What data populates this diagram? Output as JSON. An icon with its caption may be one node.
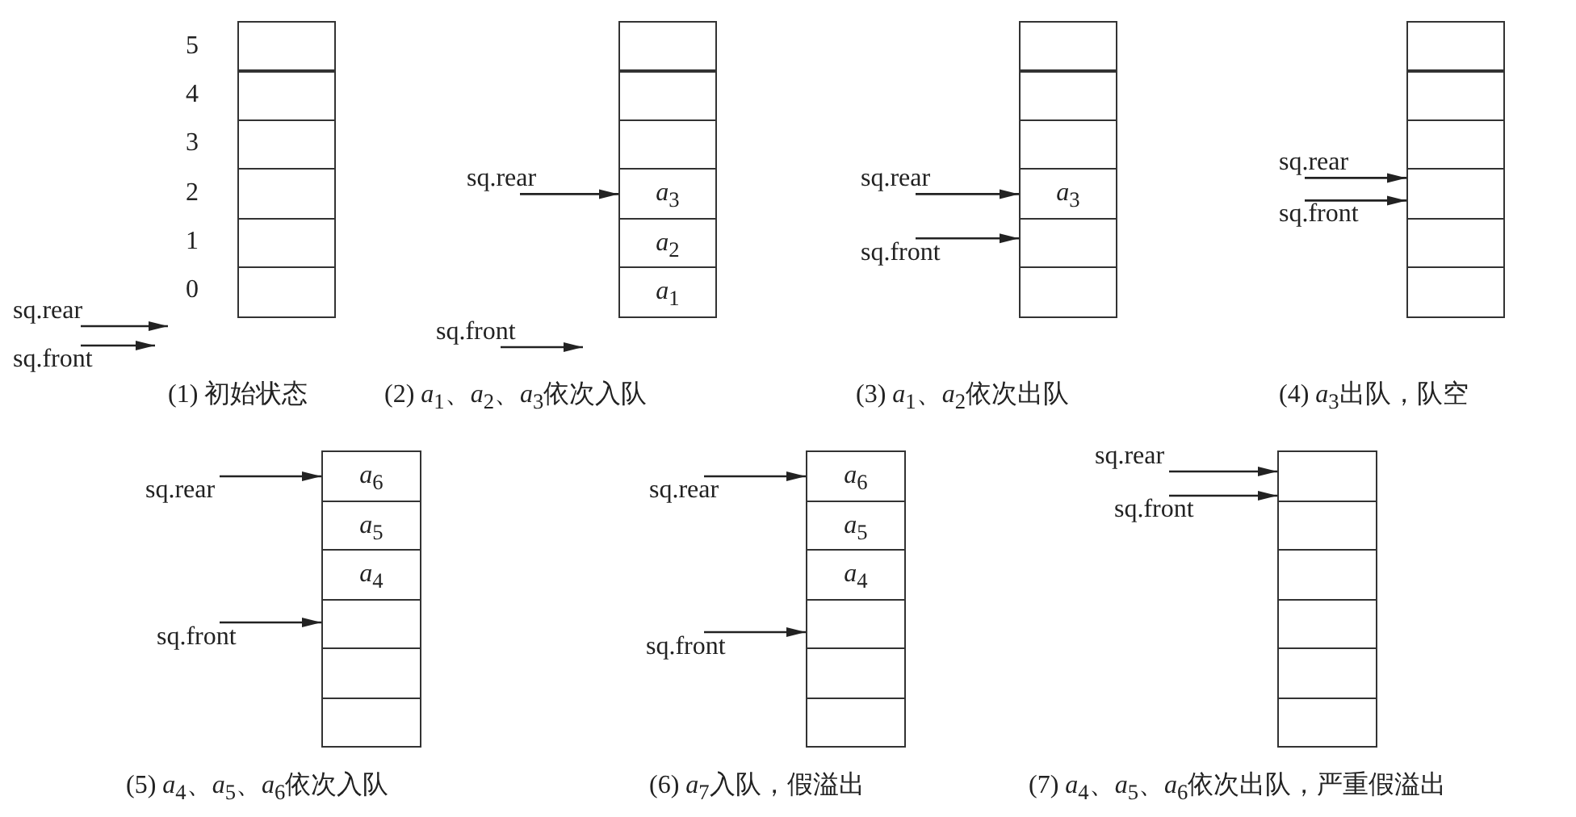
{
  "diagram": {
    "nodes": [
      {
        "text": [
          "sq.rear"
        ]
      },
      {
        "text": [
          "sq.front"
        ]
      },
      {
        "text": [],
        "shape": "box"
      },
      {
        "text": [],
        "shape": "box"
      },
      {
        "text": [],
        "shape": "box"
      },
      {
        "text": [],
        "shape": "box"
      },
      {
        "text": [],
        "shape": "box"
      },
      {
        "text": [],
        "shape": "box"
      },
      {
        "text": [
          "sq.rear"
        ]
      },
      {
        "text": [
          "sq.front"
        ]
      },
      {
        "text": [],
        "shape": "box"
      },
      {
        "text": [],
        "shape": "box"
      },
      {
        "text": [],
        "shape": "box"
      },
      {
        "text": [
          "*a*$_{3}$"
        ]
      },
      {
        "text": [
          "*a*$_{2}$"
        ]
      },
      {
        "text": [
          "*a*$_{1}$"
        ]
      },
      {
        "text": [
          "sq.rear"
        ]
      },
      {
        "text": [
          "sq.front"
        ]
      },
      {
        "text": [],
        "shape": "box"
      },
      {
        "text": [],
        "shape": "box"
      },
      {
        "text": [],
        "shape": "box"
      },
      {
        "text": [
          "*a*$_{3}$"
        ]
      },
      {
        "text": [],
        "shape": "box"
      },
      {
        "text": [],
        "shape": "box"
      },
      {
        "text": [
          "sq.rear"
        ]
      },
      {
        "text": [
          "sq.front"
        ]
      },
      {
        "text": [],
        "shape": "box"
      },
      {
        "text": [],
        "shape": "box"
      },
      {
        "text": [],
        "shape": "box"
      },
      {
        "text": [],
        "shape": "box"
      },
      {
        "text": [],
        "shape": "box"
      },
      {
        "text": [],
        "shape": "box"
      },
      {
        "text": [
          "sq.rear"
        ]
      },
      {
        "text": [
          "sq.front"
        ]
      },
      {
        "text": [
          "*a*$_{6}$"
        ]
      },
      {
        "text": [
          "*a*$_{5}$"
        ]
      },
      {
        "text": [
          "*a*$_{4}$"
        ]
      },
      {
        "text": [],
        "shape": "box"
      },
      {
        "text": [],
        "shape": "box"
      },
      {
        "text": [],
        "shape": "box"
      },
      {
        "text": [
          "sq.rear"
        ]
      },
      {
        "text": [
          "sq.front"
        ]
      },
      {
        "text": [
          "*a*$_{6}$"
        ]
      },
      {
        "text": [
          "*a*$_{5}$"
        ]
      },
      {
        "text": [
          "*a*$_{4}$"
        ]
      },
      {
        "text": [],
        "shape": "box"
      },
      {
        "text": [],
        "shape": "box"
      },
      {
        "text": [],
        "shape": "box"
      },
      {
        "text": [
          "sq.rear"
        ]
      },
      {
        "text": [
          "sq.front"
        ]
      },
      {
        "text": [],
        "shape": "box"
      },
      {
        "text": [],
        "shape": "box"
      },
      {
        "text": [],
        "shape": "box"
      },
      {
        "text": [],
        "shape": "box"
      },
      {
        "text": [],
        "shape": "box"
      },
      {
        "text": [],
        "shape": "box"
      }
    ],
    "edges": [
      {
        "from": 0,
        "to": null,
        "arrow": "to"
      },
      {
        "from": 1,
        "to": null,
        "arrow": "to"
      },
      {
        "from": 8,
        "to": 13,
        "arrow": "to"
      },
      {
        "from": 9,
        "to": null,
        "arrow": "to"
      },
      {
        "from": 16,
        "to": 21,
        "arrow": "to"
      },
      {
        "from": 17,
        "to": 22,
        "arrow": "to"
      },
      {
        "from": 24,
        "to": 29,
        "arrow": "to"
      },
      {
        "from": 25,
        "to": 29,
        "arrow": "to"
      },
      {
        "from": 32,
        "to": 34,
        "arrow": "to"
      },
      {
        "from": 33,
        "to": 37,
        "arrow": "to"
      },
      {
        "from": 40,
        "to": 42,
        "arrow": "to"
      },
      {
        "from": 41,
        "to": 45,
        "arrow": "to"
      },
      {
        "from": 48,
        "to": 50,
        "arrow": "to"
      },
      {
        "from": 49,
        "to": 50,
        "arrow": "to"
      }
    ],
    "labels": [
      "5",
      "4",
      "3",
      "2",
      "1",
      "0",
      "(1) 初始状态",
      "(2) *a*$_{1}$、*a*$_{2}$、*a*$_{3}$依次入队",
      "(3) *a*$_{1}$、*a*$_{2}$依次出队",
      "(4) *a*$_{3}$出队，队空",
      "(5) *a*$_{4}$、*a*$_{5}$、*a*$_{6}$依次入队",
      "(6) *a*$_{7}$入队，假溢出",
      "(7) *a*$_{4}$、*a*$_{5}$、*a*$_{6}$依次出队，严重假溢出"
    ]
  }
}
